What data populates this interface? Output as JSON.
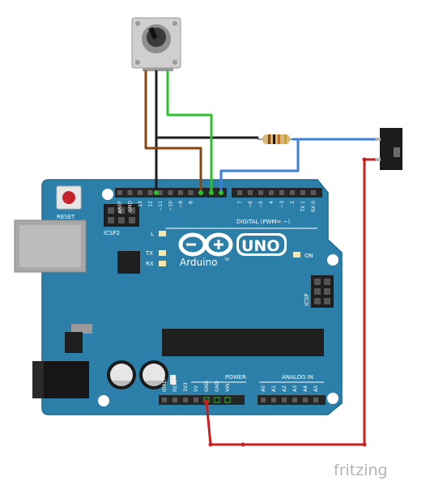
{
  "colors": {
    "board": "#2b7fa8",
    "board_edge": "#1e6a90",
    "header": "#262626",
    "wire_black": "#1e1e1e",
    "wire_brown": "#8b4513",
    "wire_green": "#2ec12e",
    "wire_blue": "#3c7fd9",
    "wire_red": "#c81e1e"
  },
  "board": {
    "reset_label": "RESET",
    "icsp2_label": "ICSP2",
    "icsp_label": "ICSP",
    "digital_label": "DIGITAL (PWM= ~)",
    "brand_label": "Arduino",
    "brand_tm": "TM",
    "uno_label": "UNO",
    "on_label": "ON",
    "led_l_label": "L",
    "led_tx_label": "TX",
    "led_rx_label": "RX",
    "power_label": "POWER",
    "analog_label": "ANALOG IN",
    "top_pins_left": [
      "AREF",
      "GND",
      "13",
      "12",
      "~11",
      "~10",
      "~9",
      "8"
    ],
    "top_pins_right": [
      "7",
      "~6",
      "~5",
      "4",
      "~3",
      "2",
      "TX 1",
      "RX 0"
    ],
    "power_pins": [
      "IOREF",
      "RESET",
      "3V3",
      "5V",
      "GND",
      "GND",
      "VIN"
    ],
    "analog_pins": [
      "A0",
      "A1",
      "A2",
      "A3",
      "A4",
      "A5"
    ]
  },
  "watermark": "fritzing"
}
